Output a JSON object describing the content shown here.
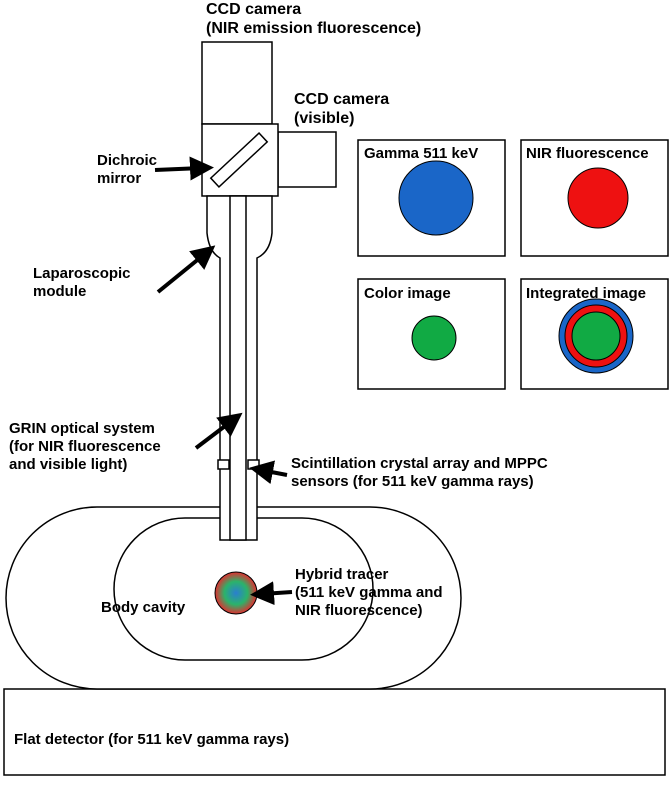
{
  "labels": {
    "ccd_nir_line1": "CCD camera",
    "ccd_nir_line2": "(NIR emission fluorescence)",
    "ccd_vis_line1": "CCD camera",
    "ccd_vis_line2": "(visible)",
    "dichroic_line1": "Dichroic",
    "dichroic_line2": "mirror",
    "lap_line1": "Laparoscopic",
    "lap_line2": "module",
    "grin_line1": "GRIN optical system",
    "grin_line2": "(for NIR fluorescence",
    "grin_line3": "and visible light)",
    "scint_line1": "Scintillation crystal array and MPPC",
    "scint_line2": "sensors (for 511 keV gamma rays)",
    "body_cavity": "Body cavity",
    "tracer_line1": "Hybrid tracer",
    "tracer_line2": "(511 keV gamma and",
    "tracer_line3": "NIR fluorescence)",
    "flat_detector": "Flat detector (for 511 keV gamma rays)"
  },
  "panels": {
    "gamma": {
      "title": "Gamma 511 keV",
      "color": "#1a66c8"
    },
    "nir": {
      "title": "NIR fluorescence",
      "color": "#ee1111"
    },
    "color_image": {
      "title": "Color image",
      "color": "#11aa44"
    },
    "integrated": {
      "title": "Integrated image",
      "outer": "#1a66c8",
      "middle": "#ee1111",
      "inner": "#11aa44"
    }
  },
  "tracer_colors": {
    "center": "#2a7fd0",
    "mid": "#2bb36a",
    "edge": "#e03030"
  }
}
